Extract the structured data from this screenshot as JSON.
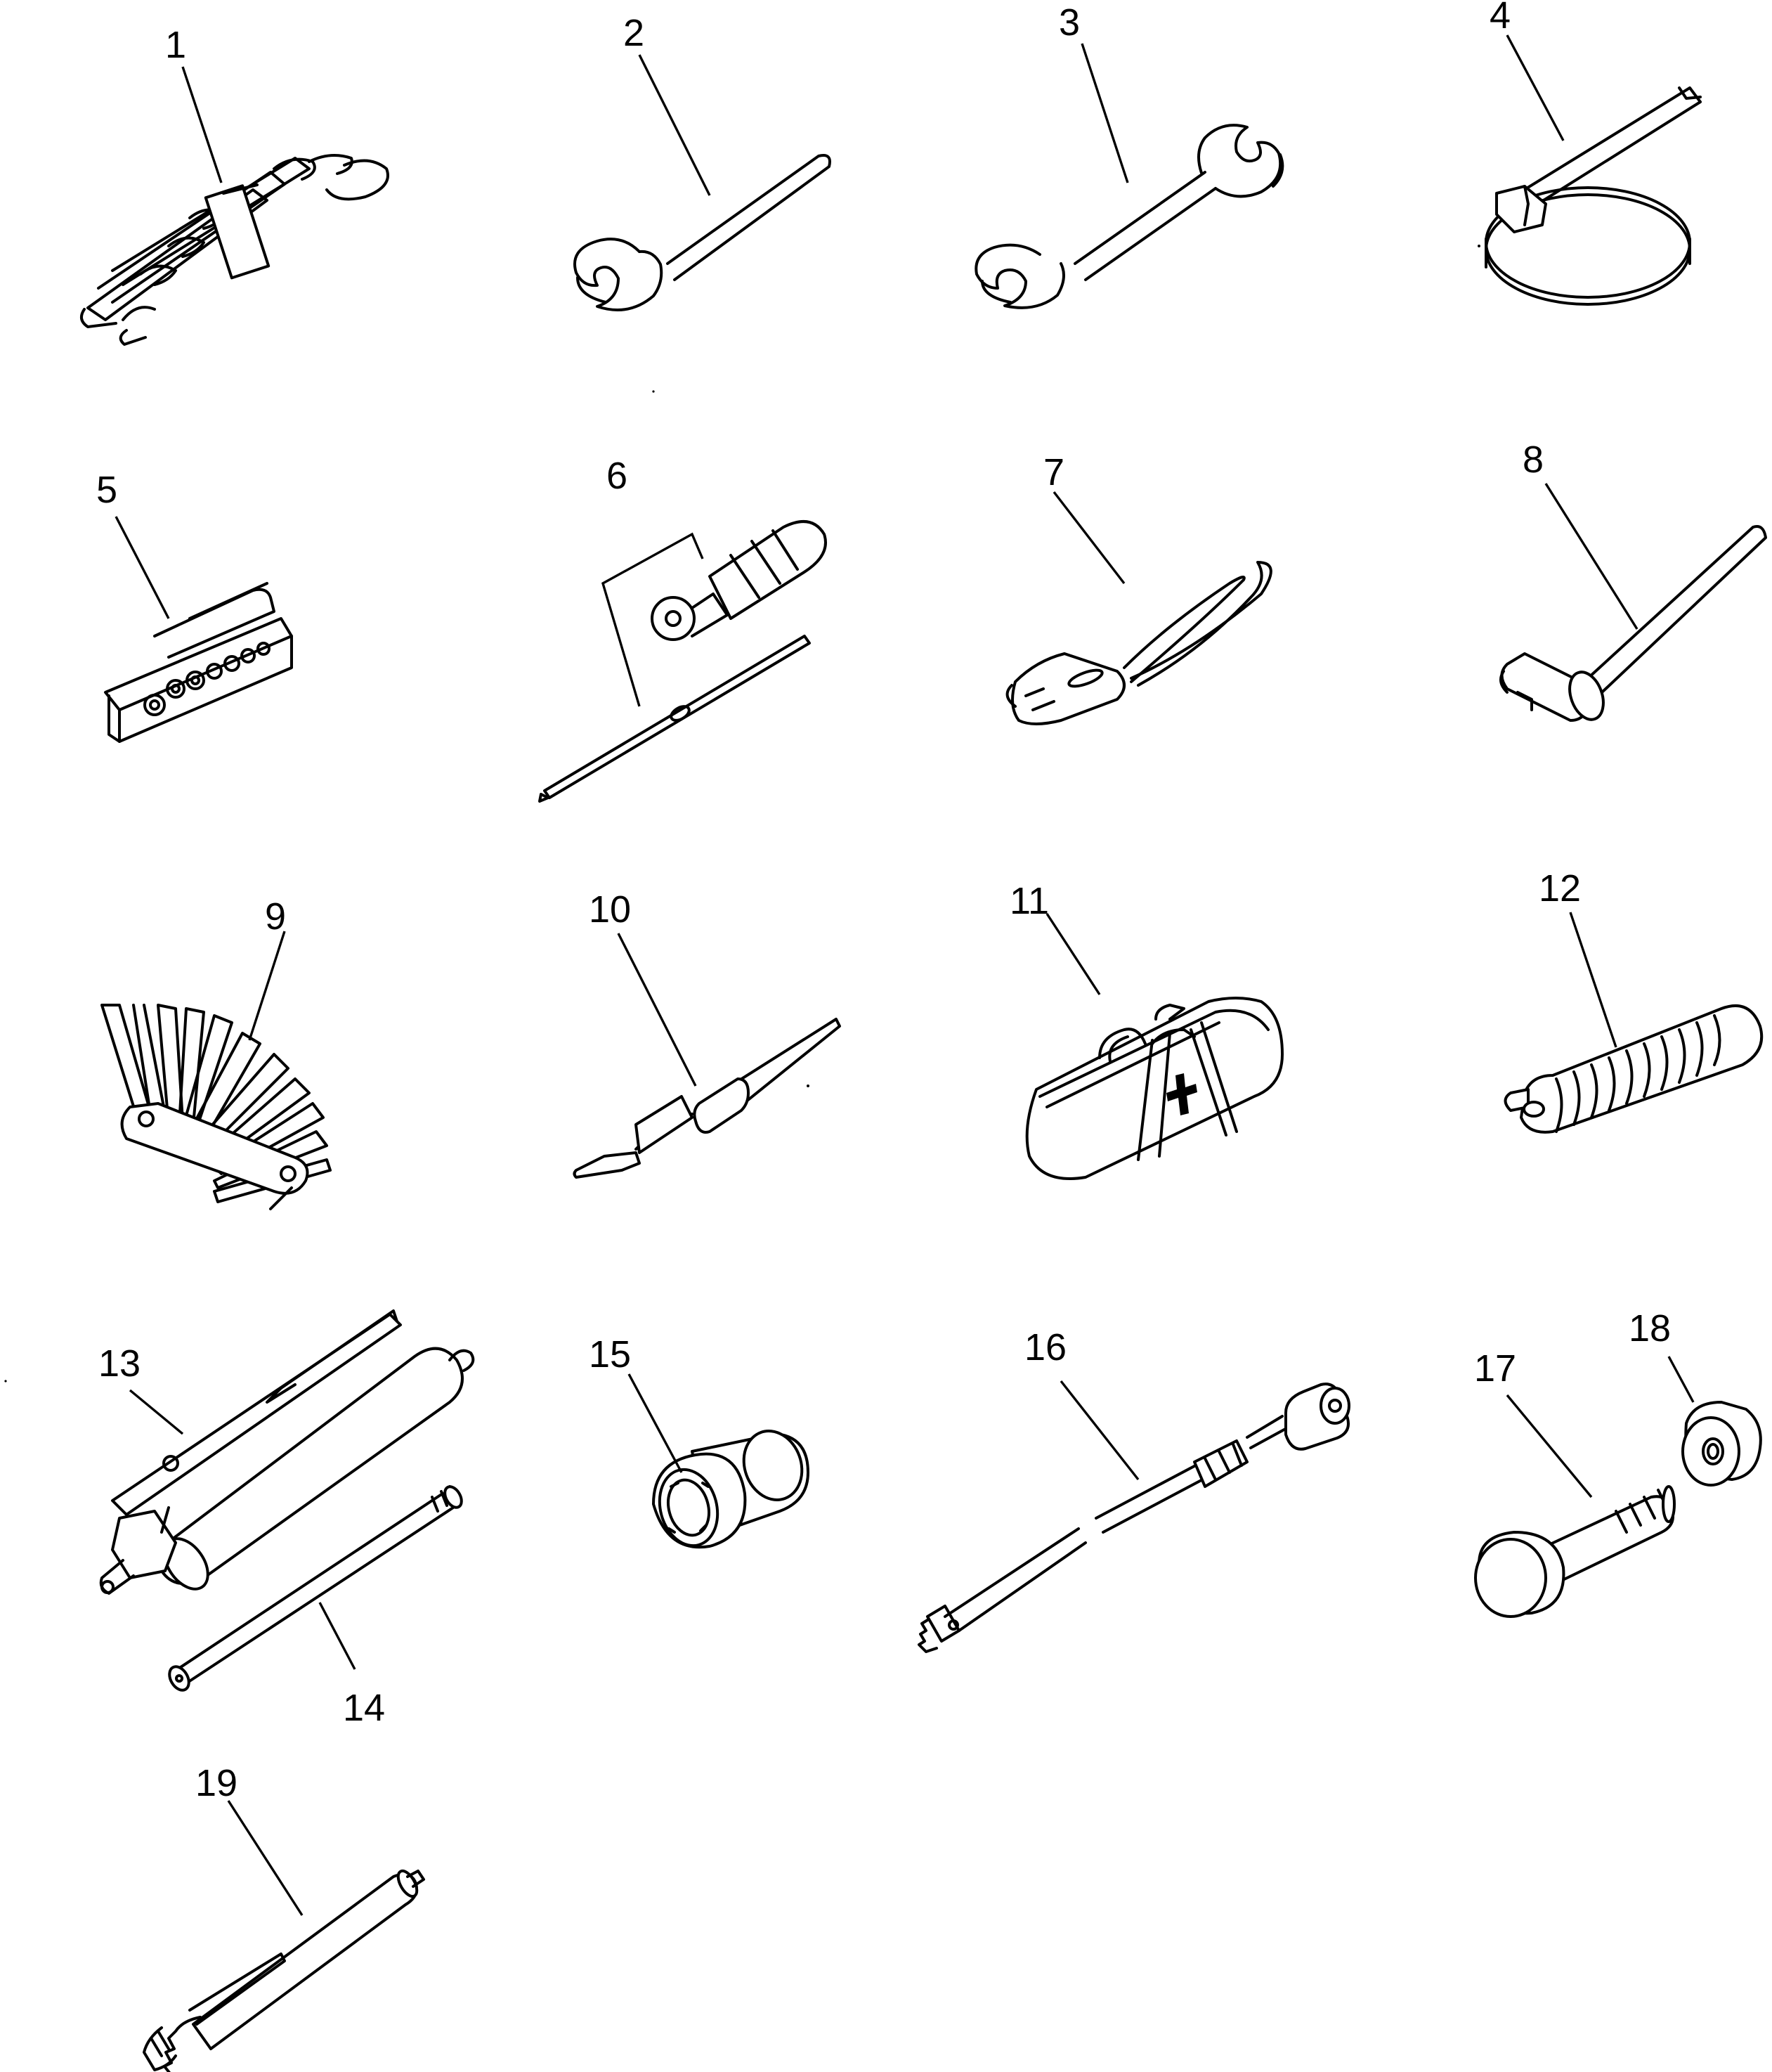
{
  "diagram": {
    "type": "exploded-parts-illustration",
    "parts": [
      {
        "label": "1"
      },
      {
        "label": "2"
      },
      {
        "label": "3"
      },
      {
        "label": "4"
      },
      {
        "label": "5"
      },
      {
        "label": "6"
      },
      {
        "label": "7"
      },
      {
        "label": "8"
      },
      {
        "label": "9"
      },
      {
        "label": "10"
      },
      {
        "label": "11"
      },
      {
        "label": "12"
      },
      {
        "label": "13"
      },
      {
        "label": "14"
      },
      {
        "label": "15"
      },
      {
        "label": "16"
      },
      {
        "label": "17"
      },
      {
        "label": "18"
      },
      {
        "label": "19"
      }
    ]
  }
}
